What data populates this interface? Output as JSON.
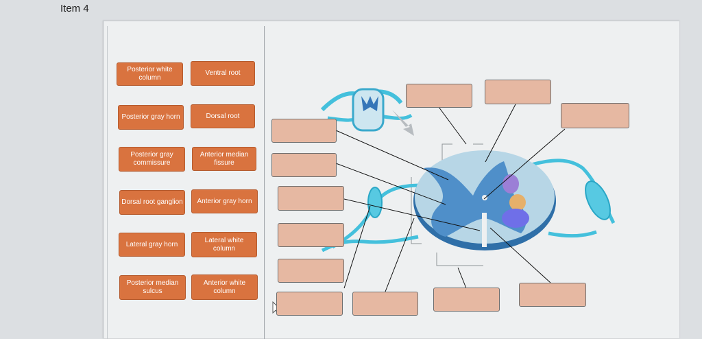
{
  "header": {
    "title": "Item 4"
  },
  "labels": [
    "Posterior white column",
    "Ventral root",
    "Posterior gray horn",
    "Dorsal root",
    "Posterior gray commissure",
    "Anterior median fissure",
    "Dorsal root ganglion",
    "Anterior gray horn",
    "Lateral gray horn",
    "Lateral white column",
    "Posterior median sulcus",
    "Anterior white column"
  ],
  "colors": {
    "label_bg": "#d9733f",
    "drop_box_bg": "#e6b8a2",
    "white_matter": "#a9cde0",
    "gray_matter": "#4f8fc9",
    "root_cyan": "#44c0dc"
  }
}
